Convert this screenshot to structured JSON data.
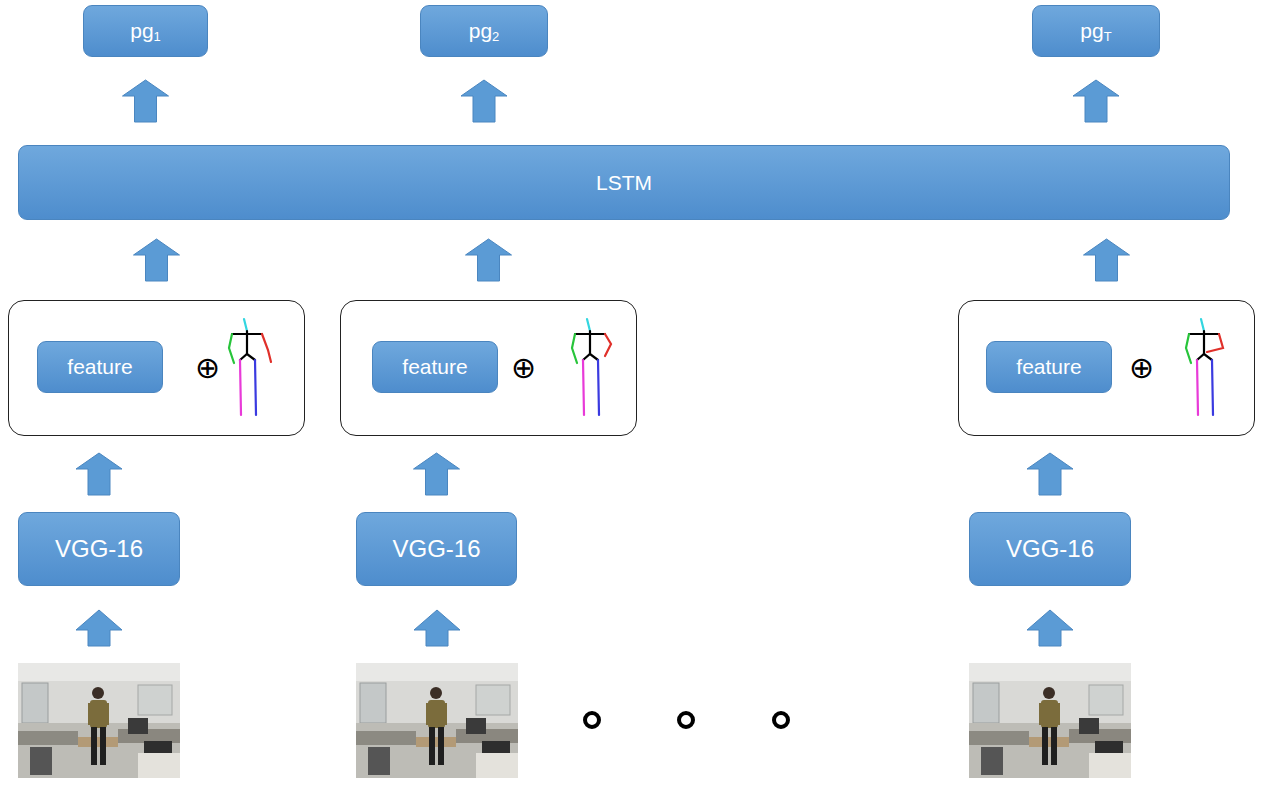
{
  "diagram": {
    "nodes": [
      {
        "text": [
          "pg",
          "1"
        ]
      },
      {
        "text": [
          "pg",
          "2"
        ]
      },
      {
        "text": [
          "pg",
          "T"
        ]
      },
      {
        "text": [
          "LSTM"
        ]
      },
      {
        "text": [
          "⊕"
        ]
      },
      {
        "text": [
          "feature"
        ],
        "in": 4
      },
      {
        "text": [
          "⊕"
        ]
      },
      {
        "text": [
          "feature"
        ],
        "in": 6
      },
      {
        "text": [
          "⊕"
        ]
      },
      {
        "text": [
          "feature"
        ],
        "in": 8
      },
      {
        "text": [
          "VGG-16"
        ]
      },
      {
        "text": [
          "VGG-16"
        ]
      },
      {
        "text": [
          "VGG-16"
        ]
      }
    ],
    "edges": [
      {
        "from": 3,
        "to": 0,
        "arrow": "to"
      },
      {
        "from": 3,
        "to": 1,
        "arrow": "to"
      },
      {
        "from": 3,
        "to": 2,
        "arrow": "to"
      },
      {
        "from": 4,
        "to": 3,
        "arrow": "to"
      },
      {
        "from": 6,
        "to": 3,
        "arrow": "to"
      },
      {
        "from": 8,
        "to": 3,
        "arrow": "to"
      },
      {
        "from": 10,
        "to": 4,
        "arrow": "to"
      },
      {
        "from": 11,
        "to": 6,
        "arrow": "to"
      },
      {
        "from": 12,
        "to": 8,
        "arrow": "to"
      }
    ]
  }
}
